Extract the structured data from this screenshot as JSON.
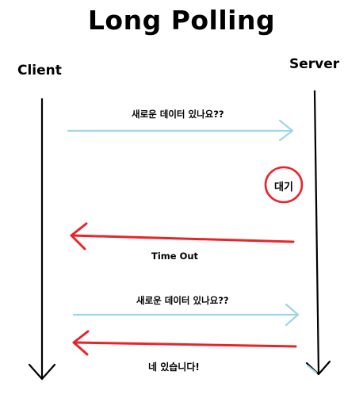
{
  "title": "Long Polling",
  "actors": {
    "client": "Client",
    "server": "Server"
  },
  "messages": {
    "request_1": "새로운 데이터 있나요??",
    "timeout": "Time Out",
    "request_2": "새로운 데이터 있나요??",
    "response": "네 있습니다!"
  },
  "wait_label": "대기",
  "colors": {
    "request_arrow": "#9dd6e6",
    "response_arrow": "#e8242b",
    "wait_circle": "#e8242b",
    "lifeline": "#000000"
  }
}
